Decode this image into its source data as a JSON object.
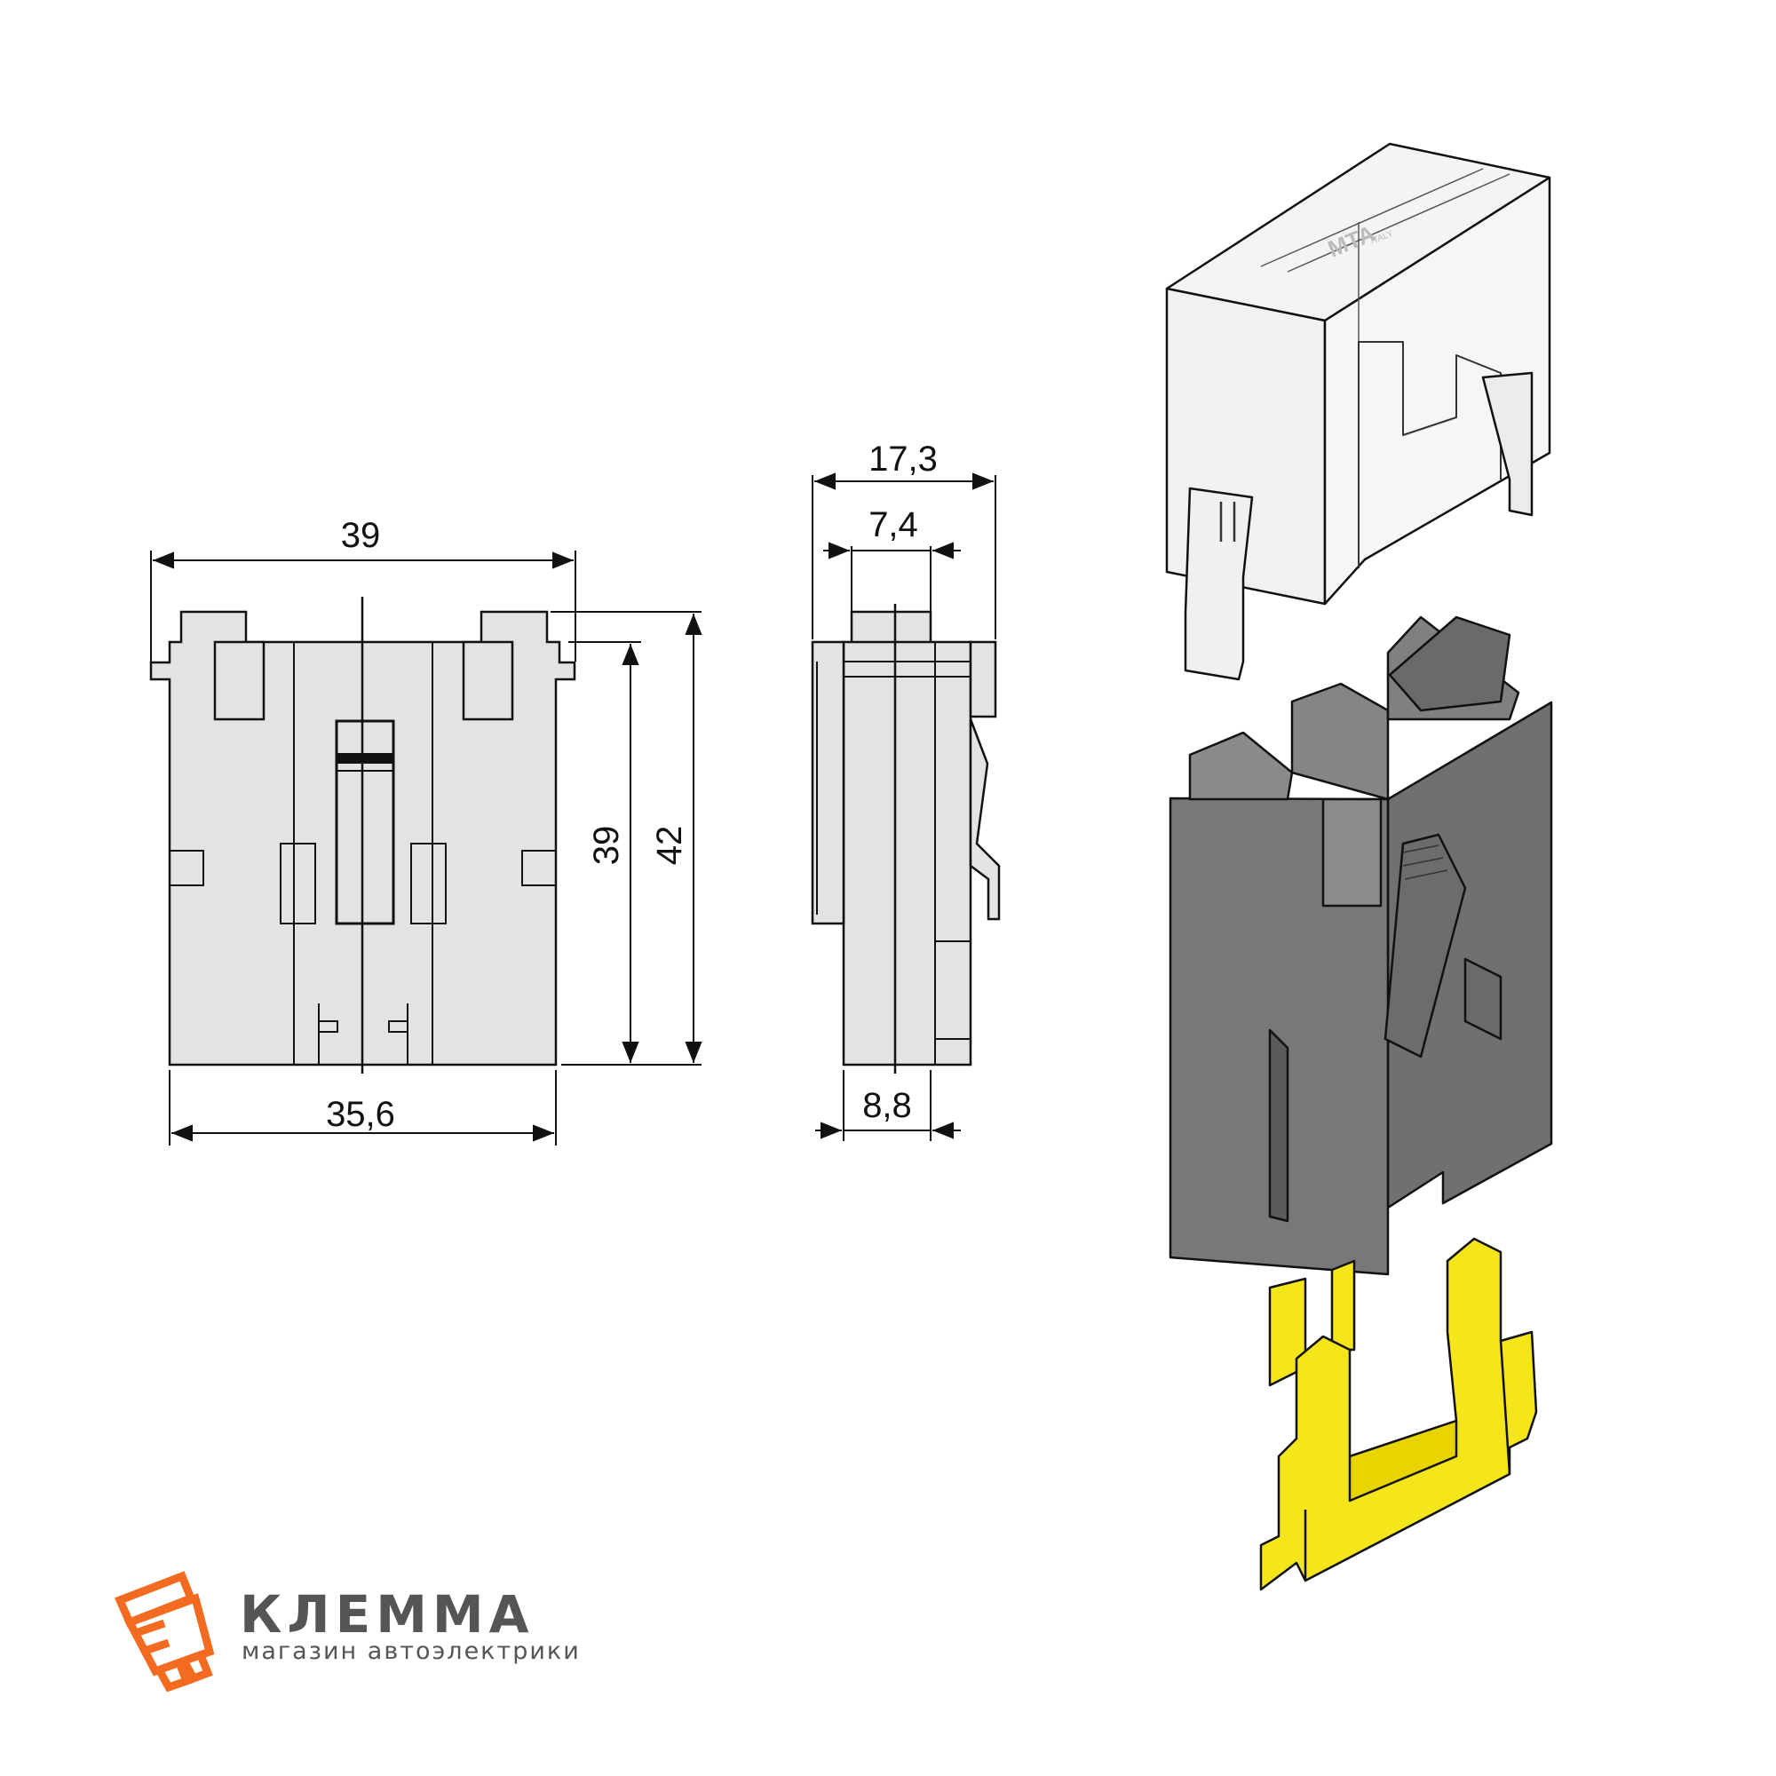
{
  "front_view": {
    "dim_top_width": "39",
    "dim_bottom_width": "35,6",
    "dim_body_height": "39",
    "dim_total_height": "42"
  },
  "side_view": {
    "dim_total_depth": "17,3",
    "dim_top_block": "7,4",
    "dim_bottom_offset": "8,8"
  },
  "cover_marking": {
    "brand": "MTA",
    "origin": "ITALY"
  },
  "logo": {
    "title": "КЛЕММА",
    "subtitle": "магазин автоэлектрики",
    "accent_color": "#f26b21",
    "text_color": "#555555"
  }
}
